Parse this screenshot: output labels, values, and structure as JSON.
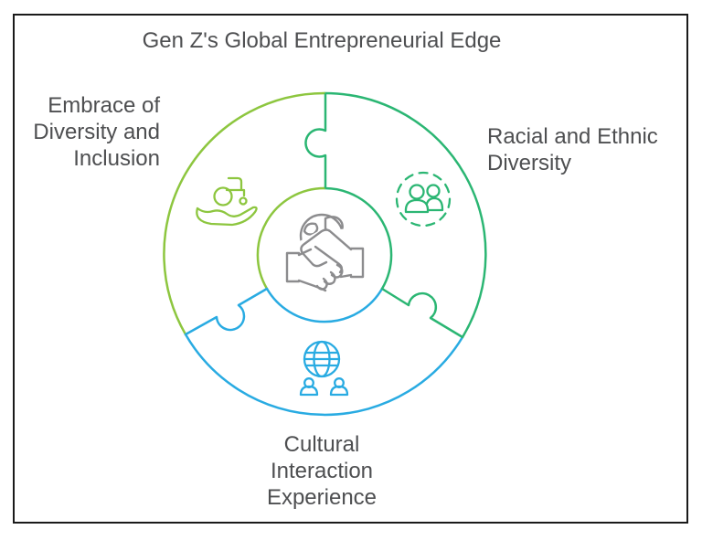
{
  "title": "Gen Z's Global Entrepreneurial Edge",
  "diagram": {
    "type": "circular-puzzle-3-segments",
    "center_icon": "handshake-with-globe",
    "segments": [
      {
        "label": "Embrace of\nDiversity and\nInclusion",
        "icon": "hand-holding-wheelchair-icon",
        "color": "#8DC63F",
        "position": "left"
      },
      {
        "label": "Racial and Ethnic\nDiversity",
        "icon": "people-group-dashed-circle-icon",
        "color": "#2BB673",
        "position": "right"
      },
      {
        "label": "Cultural\nInteraction\nExperience",
        "icon": "globe-with-people-icon",
        "color": "#29ABE2",
        "position": "bottom"
      }
    ]
  },
  "colors": {
    "yellow_green": "#8DC63F",
    "green": "#2BB673",
    "blue": "#29ABE2",
    "center_gray": "#8C8C8E",
    "text": "#4E4F51",
    "border": "#1A1A1A"
  }
}
